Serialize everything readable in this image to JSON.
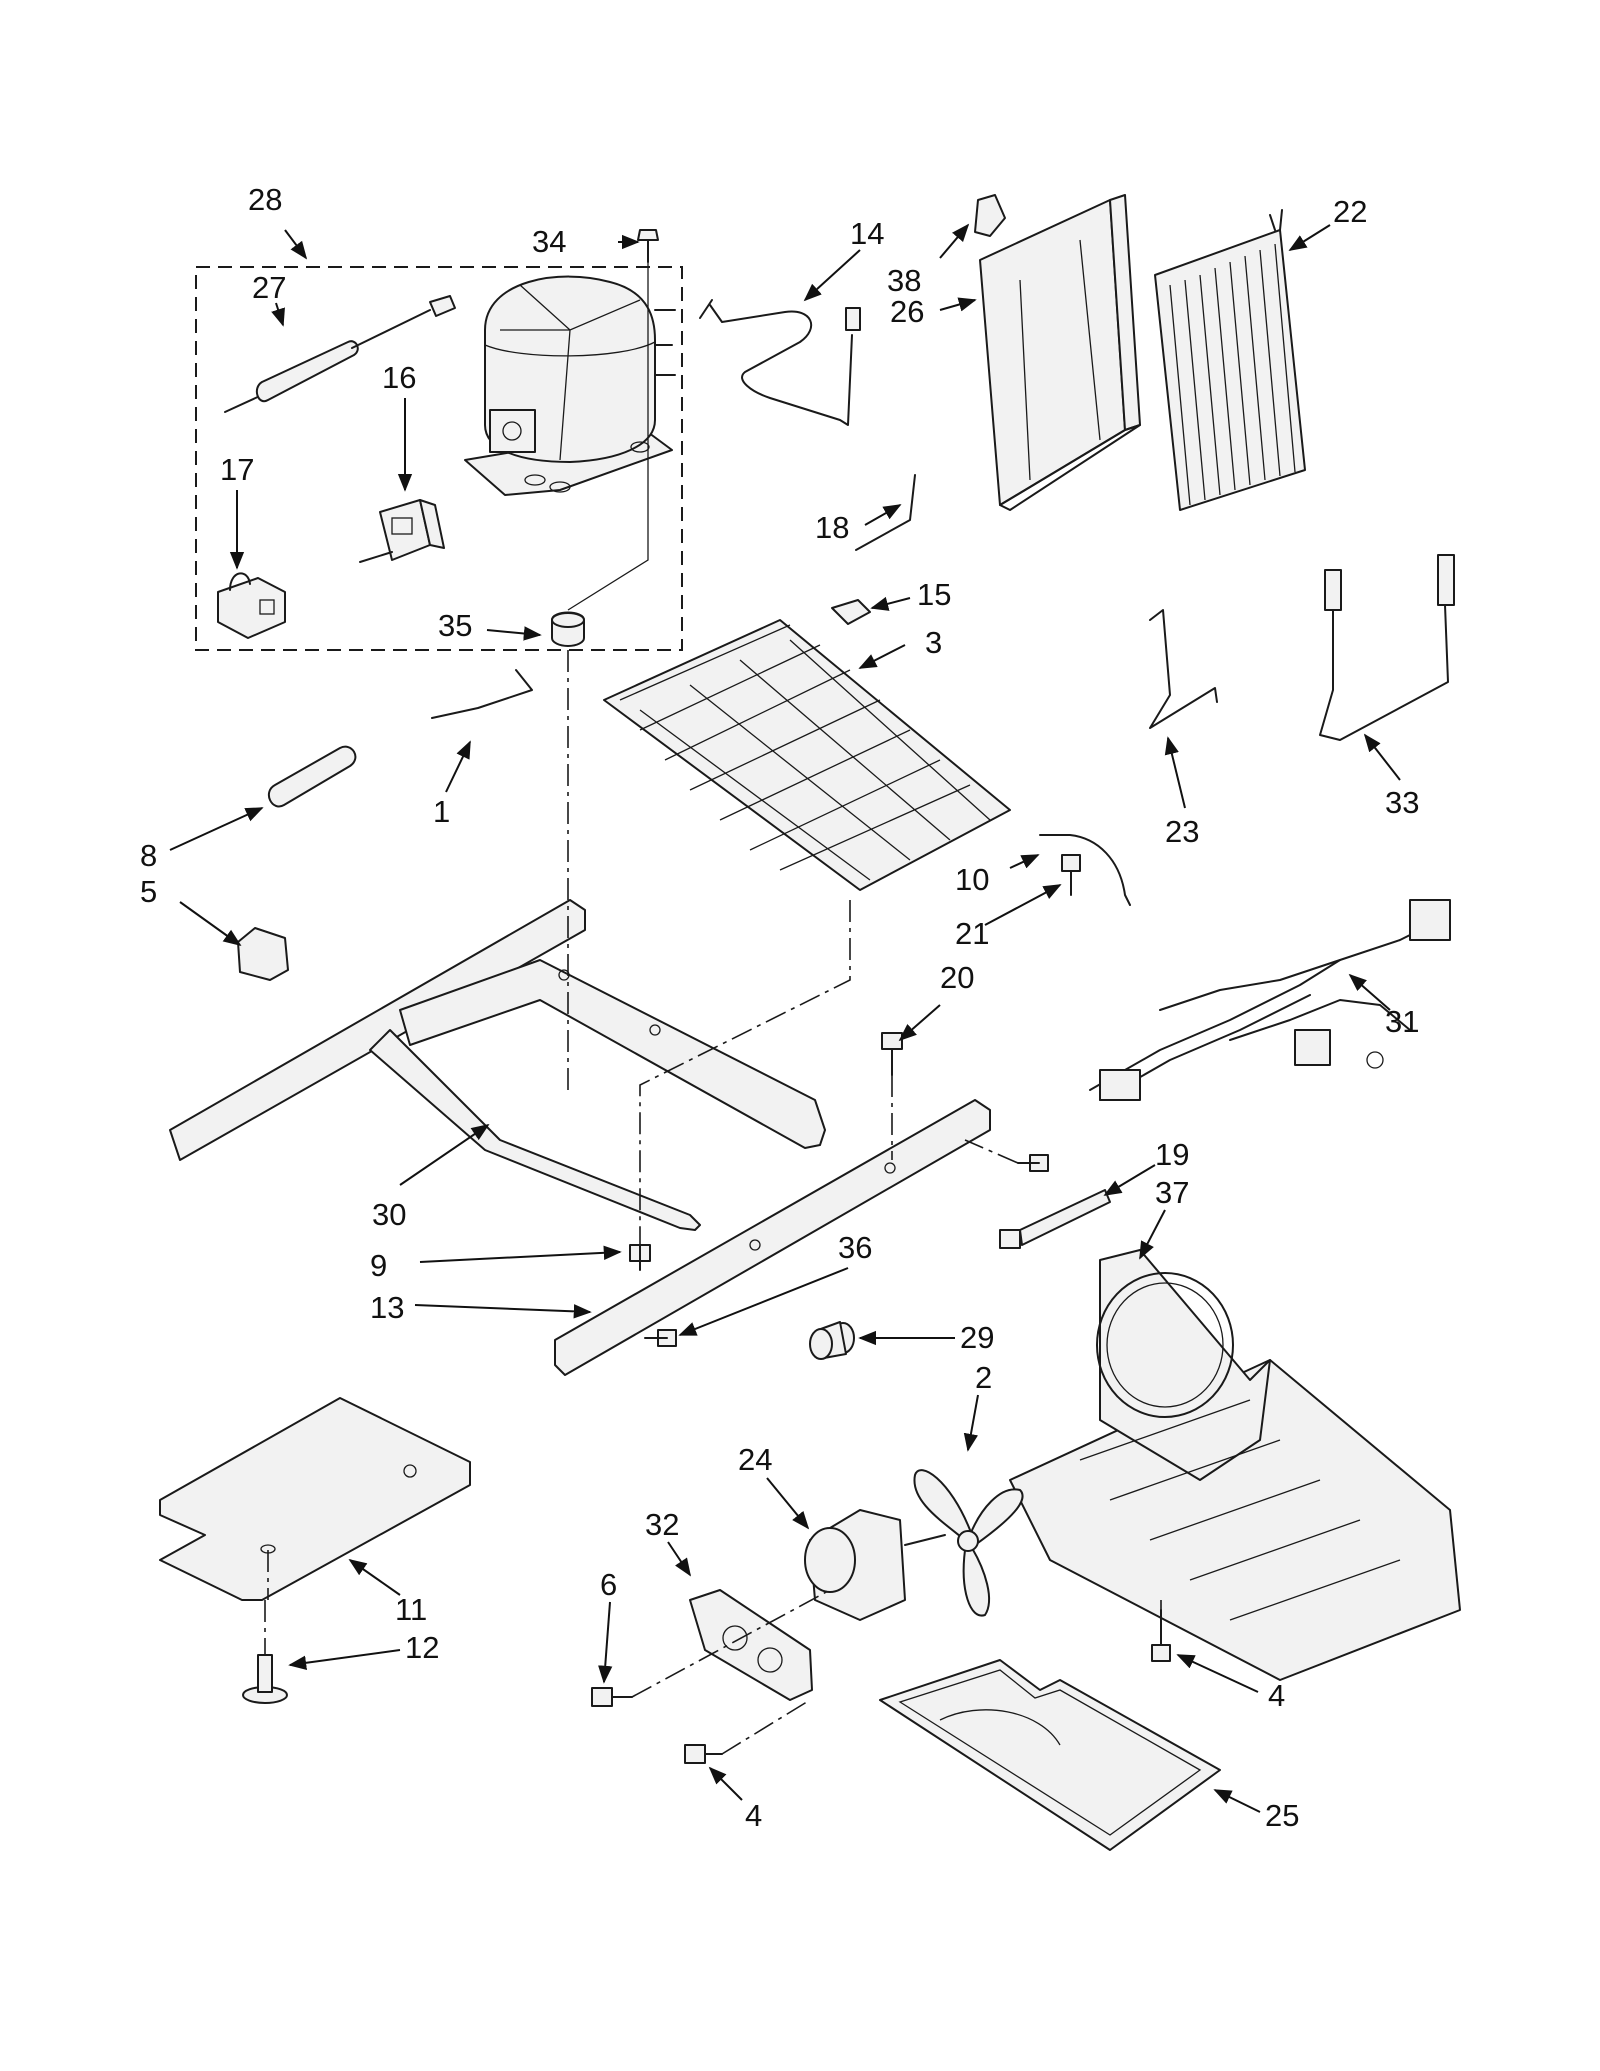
{
  "callouts": [
    {
      "id": "28",
      "text": "28"
    },
    {
      "id": "27",
      "text": "27"
    },
    {
      "id": "34",
      "text": "34"
    },
    {
      "id": "14",
      "text": "14"
    },
    {
      "id": "38",
      "text": "38"
    },
    {
      "id": "26",
      "text": "26"
    },
    {
      "id": "22",
      "text": "22"
    },
    {
      "id": "16",
      "text": "16"
    },
    {
      "id": "17",
      "text": "17"
    },
    {
      "id": "18",
      "text": "18"
    },
    {
      "id": "35",
      "text": "35"
    },
    {
      "id": "15",
      "text": "15"
    },
    {
      "id": "3",
      "text": "3"
    },
    {
      "id": "1",
      "text": "1"
    },
    {
      "id": "23",
      "text": "23"
    },
    {
      "id": "33",
      "text": "33"
    },
    {
      "id": "8",
      "text": "8"
    },
    {
      "id": "5",
      "text": "5"
    },
    {
      "id": "10",
      "text": "10"
    },
    {
      "id": "21",
      "text": "21"
    },
    {
      "id": "20",
      "text": "20"
    },
    {
      "id": "31",
      "text": "31"
    },
    {
      "id": "30",
      "text": "30"
    },
    {
      "id": "9",
      "text": "9"
    },
    {
      "id": "19",
      "text": "19"
    },
    {
      "id": "37",
      "text": "37"
    },
    {
      "id": "36",
      "text": "36"
    },
    {
      "id": "13",
      "text": "13"
    },
    {
      "id": "29",
      "text": "29"
    },
    {
      "id": "2",
      "text": "2"
    },
    {
      "id": "24",
      "text": "24"
    },
    {
      "id": "32",
      "text": "32"
    },
    {
      "id": "6",
      "text": "6"
    },
    {
      "id": "11",
      "text": "11"
    },
    {
      "id": "12",
      "text": "12"
    },
    {
      "id": "4a",
      "text": "4"
    },
    {
      "id": "4b",
      "text": "4"
    },
    {
      "id": "25",
      "text": "25"
    }
  ]
}
